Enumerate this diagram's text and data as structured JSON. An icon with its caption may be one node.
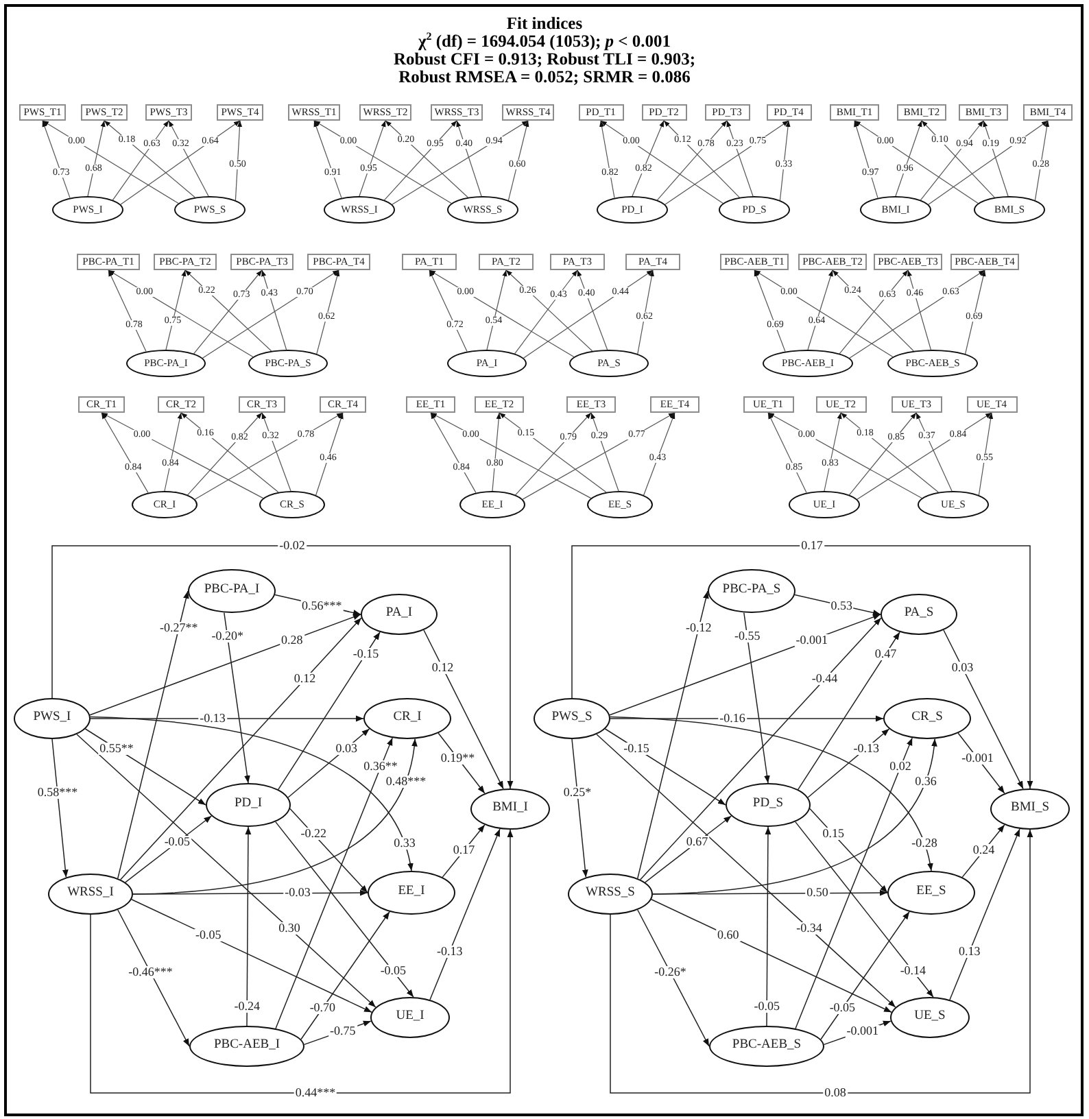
{
  "diagram": {
    "title": "Fit indices",
    "labels": [
      "χ$^{2}$ (df) = 1694.054 (1053); *p* < 0.001",
      "Robust CFI = 0.913; Robust TLI = 0.903;",
      "Robust RMSEA = 0.052; SRMR = 0.086"
    ],
    "nodes": [
      {
        "text": [
          "PWS_T1"
        ]
      },
      {
        "text": [
          "PWS_T2"
        ]
      },
      {
        "text": [
          "PWS_T3"
        ]
      },
      {
        "text": [
          "PWS_T4"
        ]
      },
      {
        "text": [
          "PWS_I"
        ]
      },
      {
        "text": [
          "PWS_S"
        ]
      },
      {
        "text": [
          "WRSS_T1"
        ]
      },
      {
        "text": [
          "WRSS_T2"
        ]
      },
      {
        "text": [
          "WRSS_T3"
        ]
      },
      {
        "text": [
          "WRSS_T4"
        ]
      },
      {
        "text": [
          "WRSS_I"
        ]
      },
      {
        "text": [
          "WRSS_S"
        ]
      },
      {
        "text": [
          "PD_T1"
        ]
      },
      {
        "text": [
          "PD_T2"
        ]
      },
      {
        "text": [
          "PD_T3"
        ]
      },
      {
        "text": [
          "PD_T4"
        ]
      },
      {
        "text": [
          "PD_I"
        ]
      },
      {
        "text": [
          "PD_S"
        ]
      },
      {
        "text": [
          "BMI_T1"
        ]
      },
      {
        "text": [
          "BMI_T2"
        ]
      },
      {
        "text": [
          "BMI_T3"
        ]
      },
      {
        "text": [
          "BMI_T4"
        ]
      },
      {
        "text": [
          "BMI_I"
        ]
      },
      {
        "text": [
          "BMI_S"
        ]
      },
      {
        "text": [
          "PBC-PA_T1"
        ]
      },
      {
        "text": [
          "PBC-PA_T2"
        ]
      },
      {
        "text": [
          "PBC-PA_T3"
        ]
      },
      {
        "text": [
          "PBC-PA_T4"
        ]
      },
      {
        "text": [
          "PBC-PA_I"
        ]
      },
      {
        "text": [
          "PBC-PA_S"
        ]
      },
      {
        "text": [
          "PA_T1"
        ]
      },
      {
        "text": [
          "PA_T2"
        ]
      },
      {
        "text": [
          "PA_T3"
        ]
      },
      {
        "text": [
          "PA_T4"
        ]
      },
      {
        "text": [
          "PA_I"
        ]
      },
      {
        "text": [
          "PA_S"
        ]
      },
      {
        "text": [
          "PBC-AEB_T1"
        ]
      },
      {
        "text": [
          "PBC-AEB_T2"
        ]
      },
      {
        "text": [
          "PBC-AEB_T3"
        ]
      },
      {
        "text": [
          "PBC-AEB_T4"
        ]
      },
      {
        "text": [
          "PBC-AEB_I"
        ]
      },
      {
        "text": [
          "PBC-AEB_S"
        ]
      },
      {
        "text": [
          "CR_T1"
        ]
      },
      {
        "text": [
          "CR_T2"
        ]
      },
      {
        "text": [
          "CR_T3"
        ]
      },
      {
        "text": [
          "CR_T4"
        ]
      },
      {
        "text": [
          "CR_I"
        ]
      },
      {
        "text": [
          "CR_S"
        ]
      },
      {
        "text": [
          "EE_T1"
        ]
      },
      {
        "text": [
          "EE_T2"
        ]
      },
      {
        "text": [
          "EE_T3"
        ]
      },
      {
        "text": [
          "EE_T4"
        ]
      },
      {
        "text": [
          "EE_I"
        ]
      },
      {
        "text": [
          "EE_S"
        ]
      },
      {
        "text": [
          "UE_T1"
        ]
      },
      {
        "text": [
          "UE_T2"
        ]
      },
      {
        "text": [
          "UE_T3"
        ]
      },
      {
        "text": [
          "UE_T4"
        ]
      },
      {
        "text": [
          "UE_I"
        ]
      },
      {
        "text": [
          "UE_S"
        ]
      },
      {
        "text": [
          "PBC-PA_I"
        ]
      },
      {
        "text": [
          "PA_I"
        ]
      },
      {
        "text": [
          "PWS_I"
        ]
      },
      {
        "text": [
          "CR_I"
        ]
      },
      {
        "text": [
          "PD_I"
        ]
      },
      {
        "text": [
          "BMI_I"
        ]
      },
      {
        "text": [
          "WRSS_I"
        ]
      },
      {
        "text": [
          "EE_I"
        ]
      },
      {
        "text": [
          "UE_I"
        ]
      },
      {
        "text": [
          "PBC-AEB_I"
        ]
      },
      {
        "text": [
          "PBC-PA_S"
        ]
      },
      {
        "text": [
          "PA_S"
        ]
      },
      {
        "text": [
          "PWS_S"
        ]
      },
      {
        "text": [
          "CR_S"
        ]
      },
      {
        "text": [
          "PD_S"
        ]
      },
      {
        "text": [
          "BMI_S"
        ]
      },
      {
        "text": [
          "WRSS_S"
        ]
      },
      {
        "text": [
          "EE_S"
        ]
      },
      {
        "text": [
          "UE_S"
        ]
      },
      {
        "text": [
          "PBC-AEB_S"
        ]
      }
    ],
    "edges": [
      {
        "from": 4,
        "to": 0,
        "arrow": "to",
        "label": "0.73"
      },
      {
        "from": 4,
        "to": 1,
        "arrow": "to",
        "label": "0.68"
      },
      {
        "from": 4,
        "to": 2,
        "arrow": "to",
        "label": "0.63"
      },
      {
        "from": 4,
        "to": 3,
        "arrow": "to",
        "label": "0.64"
      },
      {
        "from": 5,
        "to": 0,
        "arrow": "to",
        "label": "0.00"
      },
      {
        "from": 5,
        "to": 1,
        "arrow": "to",
        "label": "0.18"
      },
      {
        "from": 5,
        "to": 2,
        "arrow": "to",
        "label": "0.32"
      },
      {
        "from": 5,
        "to": 3,
        "arrow": "to",
        "label": "0.50"
      },
      {
        "from": 10,
        "to": 6,
        "arrow": "to",
        "label": "0.91"
      },
      {
        "from": 10,
        "to": 7,
        "arrow": "to",
        "label": "0.95"
      },
      {
        "from": 10,
        "to": 8,
        "arrow": "to",
        "label": "0.95"
      },
      {
        "from": 10,
        "to": 9,
        "arrow": "to",
        "label": "0.94"
      },
      {
        "from": 11,
        "to": 6,
        "arrow": "to",
        "label": "0.00"
      },
      {
        "from": 11,
        "to": 7,
        "arrow": "to",
        "label": "0.20"
      },
      {
        "from": 11,
        "to": 8,
        "arrow": "to",
        "label": "0.40"
      },
      {
        "from": 11,
        "to": 9,
        "arrow": "to",
        "label": "0.60"
      },
      {
        "from": 16,
        "to": 12,
        "arrow": "to",
        "label": "0.82"
      },
      {
        "from": 16,
        "to": 13,
        "arrow": "to",
        "label": "0.82"
      },
      {
        "from": 16,
        "to": 14,
        "arrow": "to",
        "label": "0.78"
      },
      {
        "from": 16,
        "to": 15,
        "arrow": "to",
        "label": "0.75"
      },
      {
        "from": 17,
        "to": 12,
        "arrow": "to",
        "label": "0.00"
      },
      {
        "from": 17,
        "to": 13,
        "arrow": "to",
        "label": "0.12"
      },
      {
        "from": 17,
        "to": 14,
        "arrow": "to",
        "label": "0.23"
      },
      {
        "from": 17,
        "to": 15,
        "arrow": "to",
        "label": "0.33"
      },
      {
        "from": 22,
        "to": 18,
        "arrow": "to",
        "label": "0.97"
      },
      {
        "from": 22,
        "to": 19,
        "arrow": "to",
        "label": "0.96"
      },
      {
        "from": 22,
        "to": 20,
        "arrow": "to",
        "label": "0.94"
      },
      {
        "from": 22,
        "to": 21,
        "arrow": "to",
        "label": "0.92"
      },
      {
        "from": 23,
        "to": 18,
        "arrow": "to",
        "label": "0.00"
      },
      {
        "from": 23,
        "to": 19,
        "arrow": "to",
        "label": "0.10"
      },
      {
        "from": 23,
        "to": 20,
        "arrow": "to",
        "label": "0.19"
      },
      {
        "from": 23,
        "to": 21,
        "arrow": "to",
        "label": "0.28"
      },
      {
        "from": 28,
        "to": 24,
        "arrow": "to",
        "label": "0.78"
      },
      {
        "from": 28,
        "to": 25,
        "arrow": "to",
        "label": "0.75"
      },
      {
        "from": 28,
        "to": 26,
        "arrow": "to",
        "label": "0.73"
      },
      {
        "from": 28,
        "to": 27,
        "arrow": "to",
        "label": "0.70"
      },
      {
        "from": 29,
        "to": 24,
        "arrow": "to",
        "label": "0.00"
      },
      {
        "from": 29,
        "to": 25,
        "arrow": "to",
        "label": "0.22"
      },
      {
        "from": 29,
        "to": 26,
        "arrow": "to",
        "label": "0.43"
      },
      {
        "from": 29,
        "to": 27,
        "arrow": "to",
        "label": "0.62"
      },
      {
        "from": 34,
        "to": 30,
        "arrow": "to",
        "label": "0.72"
      },
      {
        "from": 34,
        "to": 31,
        "arrow": "to",
        "label": "0.54"
      },
      {
        "from": 34,
        "to": 32,
        "arrow": "to",
        "label": "0.43"
      },
      {
        "from": 34,
        "to": 33,
        "arrow": "to",
        "label": "0.44"
      },
      {
        "from": 35,
        "to": 30,
        "arrow": "to",
        "label": "0.00"
      },
      {
        "from": 35,
        "to": 31,
        "arrow": "to",
        "label": "0.26"
      },
      {
        "from": 35,
        "to": 32,
        "arrow": "to",
        "label": "0.40"
      },
      {
        "from": 35,
        "to": 33,
        "arrow": "to",
        "label": "0.62"
      },
      {
        "from": 40,
        "to": 36,
        "arrow": "to",
        "label": "0.69"
      },
      {
        "from": 40,
        "to": 37,
        "arrow": "to",
        "label": "0.64"
      },
      {
        "from": 40,
        "to": 38,
        "arrow": "to",
        "label": "0.63"
      },
      {
        "from": 40,
        "to": 39,
        "arrow": "to",
        "label": "0.63"
      },
      {
        "from": 41,
        "to": 36,
        "arrow": "to",
        "label": "0.00"
      },
      {
        "from": 41,
        "to": 37,
        "arrow": "to",
        "label": "0.24"
      },
      {
        "from": 41,
        "to": 38,
        "arrow": "to",
        "label": "0.46"
      },
      {
        "from": 41,
        "to": 39,
        "arrow": "to",
        "label": "0.69"
      },
      {
        "from": 46,
        "to": 42,
        "arrow": "to",
        "label": "0.84"
      },
      {
        "from": 46,
        "to": 43,
        "arrow": "to",
        "label": "0.84"
      },
      {
        "from": 46,
        "to": 44,
        "arrow": "to",
        "label": "0.82"
      },
      {
        "from": 46,
        "to": 45,
        "arrow": "to",
        "label": "0.78"
      },
      {
        "from": 47,
        "to": 42,
        "arrow": "to",
        "label": "0.00"
      },
      {
        "from": 47,
        "to": 43,
        "arrow": "to",
        "label": "0.16"
      },
      {
        "from": 47,
        "to": 44,
        "arrow": "to",
        "label": "0.32"
      },
      {
        "from": 47,
        "to": 45,
        "arrow": "to",
        "label": "0.46"
      },
      {
        "from": 52,
        "to": 48,
        "arrow": "to",
        "label": "0.84"
      },
      {
        "from": 52,
        "to": 49,
        "arrow": "to",
        "label": "0.80"
      },
      {
        "from": 52,
        "to": 50,
        "arrow": "to",
        "label": "0.79"
      },
      {
        "from": 52,
        "to": 51,
        "arrow": "to",
        "label": "0.77"
      },
      {
        "from": 53,
        "to": 48,
        "arrow": "to",
        "label": "0.00"
      },
      {
        "from": 53,
        "to": 49,
        "arrow": "to",
        "label": "0.15"
      },
      {
        "from": 53,
        "to": 50,
        "arrow": "to",
        "label": "0.29"
      },
      {
        "from": 53,
        "to": 51,
        "arrow": "to",
        "label": "0.43"
      },
      {
        "from": 58,
        "to": 54,
        "arrow": "to",
        "label": "0.85"
      },
      {
        "from": 58,
        "to": 55,
        "arrow": "to",
        "label": "0.83"
      },
      {
        "from": 58,
        "to": 56,
        "arrow": "to",
        "label": "0.85"
      },
      {
        "from": 58,
        "to": 57,
        "arrow": "to",
        "label": "0.84"
      },
      {
        "from": 59,
        "to": 54,
        "arrow": "to",
        "label": "0.00"
      },
      {
        "from": 59,
        "to": 55,
        "arrow": "to",
        "label": "0.18"
      },
      {
        "from": 59,
        "to": 56,
        "arrow": "to",
        "label": "0.37"
      },
      {
        "from": 59,
        "to": 57,
        "arrow": "to",
        "label": "0.55"
      },
      {
        "from": 62,
        "to": 65,
        "arrow": "to",
        "label": "-0.02"
      },
      {
        "from": 66,
        "to": 60,
        "arrow": "to",
        "label": "-0.27**"
      },
      {
        "from": 60,
        "to": 61,
        "arrow": "to",
        "label": "0.56***"
      },
      {
        "from": 60,
        "to": 64,
        "arrow": "to",
        "label": "-0.20*"
      },
      {
        "from": 62,
        "to": 61,
        "arrow": "to",
        "label": "0.28"
      },
      {
        "from": 66,
        "to": 61,
        "arrow": "to",
        "label": "0.12"
      },
      {
        "from": 64,
        "to": 61,
        "arrow": "to",
        "label": "-0.15"
      },
      {
        "from": 61,
        "to": 65,
        "arrow": "to",
        "label": "0.12"
      },
      {
        "from": 62,
        "to": 63,
        "arrow": "to",
        "label": "-0.13"
      },
      {
        "from": 62,
        "to": 64,
        "arrow": "to",
        "label": "0.55**"
      },
      {
        "from": 64,
        "to": 63,
        "arrow": "to",
        "label": "0.03"
      },
      {
        "from": 69,
        "to": 63,
        "arrow": "to",
        "label": "0.36**"
      },
      {
        "from": 63,
        "to": 65,
        "arrow": "to",
        "label": "0.19**"
      },
      {
        "from": 66,
        "to": 63,
        "arrow": "to",
        "label": "0.48***"
      },
      {
        "from": 62,
        "to": 66,
        "arrow": "to",
        "label": "0.58***"
      },
      {
        "from": 64,
        "to": 67,
        "arrow": "to",
        "label": "-0.22"
      },
      {
        "from": 62,
        "to": 67,
        "arrow": "to",
        "label": "0.33"
      },
      {
        "from": 67,
        "to": 65,
        "arrow": "to",
        "label": "0.17"
      },
      {
        "from": 66,
        "to": 64,
        "arrow": "to",
        "label": "-0.05"
      },
      {
        "from": 66,
        "to": 67,
        "arrow": "to",
        "label": "-0.03"
      },
      {
        "from": 62,
        "to": 68,
        "arrow": "to",
        "label": "0.30"
      },
      {
        "from": 66,
        "to": 68,
        "arrow": "to",
        "label": "-0.05"
      },
      {
        "from": 68,
        "to": 65,
        "arrow": "to",
        "label": "-0.13"
      },
      {
        "from": 66,
        "to": 69,
        "arrow": "to",
        "label": "-0.46***"
      },
      {
        "from": 64,
        "to": 68,
        "arrow": "to",
        "label": "-0.05"
      },
      {
        "from": 69,
        "to": 64,
        "arrow": "to",
        "label": "-0.24"
      },
      {
        "from": 69,
        "to": 67,
        "arrow": "to",
        "label": "-0.70"
      },
      {
        "from": 69,
        "to": 68,
        "arrow": "to",
        "label": "-0.75"
      },
      {
        "from": 66,
        "to": 65,
        "arrow": "to",
        "label": "0.44***"
      },
      {
        "from": 72,
        "to": 75,
        "arrow": "to",
        "label": "0.17"
      },
      {
        "from": 76,
        "to": 70,
        "arrow": "to",
        "label": "-0.12"
      },
      {
        "from": 70,
        "to": 71,
        "arrow": "to",
        "label": "0.53"
      },
      {
        "from": 70,
        "to": 74,
        "arrow": "to",
        "label": "-0.55"
      },
      {
        "from": 72,
        "to": 71,
        "arrow": "to",
        "label": "-0.001"
      },
      {
        "from": 76,
        "to": 71,
        "arrow": "to",
        "label": "-0.44"
      },
      {
        "from": 74,
        "to": 71,
        "arrow": "to",
        "label": "0.47"
      },
      {
        "from": 71,
        "to": 75,
        "arrow": "to",
        "label": "0.03"
      },
      {
        "from": 72,
        "to": 73,
        "arrow": "to",
        "label": "-0.16"
      },
      {
        "from": 72,
        "to": 74,
        "arrow": "to",
        "label": "-0.15"
      },
      {
        "from": 74,
        "to": 73,
        "arrow": "to",
        "label": "-0.13"
      },
      {
        "from": 79,
        "to": 73,
        "arrow": "to",
        "label": "0.02"
      },
      {
        "from": 73,
        "to": 75,
        "arrow": "to",
        "label": "-0.001"
      },
      {
        "from": 76,
        "to": 73,
        "arrow": "to",
        "label": "0.36"
      },
      {
        "from": 72,
        "to": 76,
        "arrow": "to",
        "label": "0.25*"
      },
      {
        "from": 74,
        "to": 77,
        "arrow": "to",
        "label": "0.15"
      },
      {
        "from": 72,
        "to": 77,
        "arrow": "to",
        "label": "-0.28"
      },
      {
        "from": 77,
        "to": 75,
        "arrow": "to",
        "label": "0.24"
      },
      {
        "from": 76,
        "to": 74,
        "arrow": "to",
        "label": "0.67"
      },
      {
        "from": 76,
        "to": 77,
        "arrow": "to",
        "label": "0.50"
      },
      {
        "from": 72,
        "to": 78,
        "arrow": "to",
        "label": "-0.34"
      },
      {
        "from": 76,
        "to": 78,
        "arrow": "to",
        "label": "0.60"
      },
      {
        "from": 78,
        "to": 75,
        "arrow": "to",
        "label": "0.13"
      },
      {
        "from": 76,
        "to": 79,
        "arrow": "to",
        "label": "-0.26*"
      },
      {
        "from": 74,
        "to": 78,
        "arrow": "to",
        "label": "-0.14"
      },
      {
        "from": 79,
        "to": 74,
        "arrow": "to",
        "label": "-0.05"
      },
      {
        "from": 79,
        "to": 77,
        "arrow": "to",
        "label": "-0.05"
      },
      {
        "from": 79,
        "to": 78,
        "arrow": "to",
        "label": "-0.001"
      },
      {
        "from": 76,
        "to": 75,
        "arrow": "to",
        "label": "0.08"
      }
    ]
  }
}
